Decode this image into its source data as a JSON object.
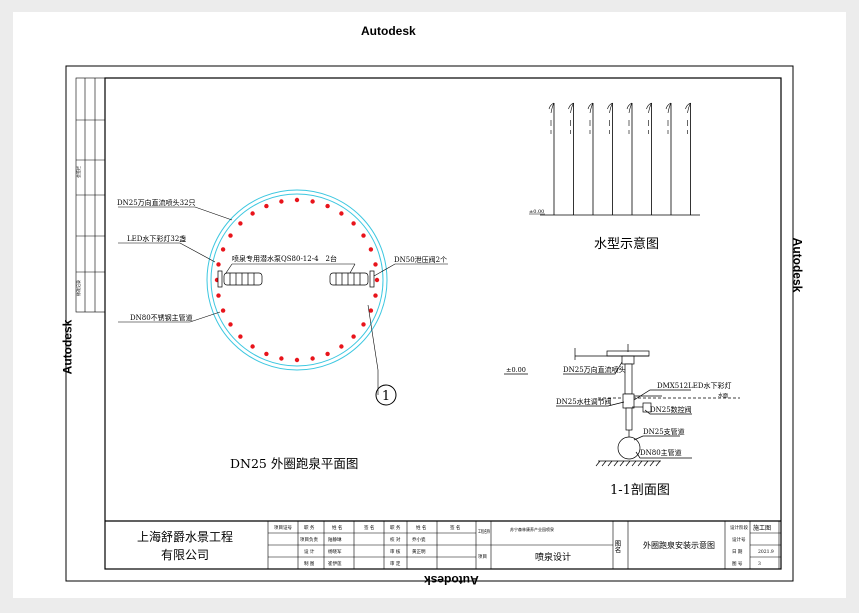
{
  "watermark": "Autodesk",
  "plan": {
    "title": "DN25 外圈跑泉平面图",
    "label_nozzle": "DN25万向直流喷头32只",
    "label_led": "LED水下彩灯32盏",
    "label_pump": "喷泉专用潜水泵QS80-12-4　2台",
    "label_valve": "DN50泄压阀2个",
    "label_pipe": "DN80不锈钢主管道",
    "section_marker": "1"
  },
  "water_pattern": {
    "title": "水型示意图",
    "elevation": "±0.00"
  },
  "section": {
    "title": "1-1剖面图",
    "elevation": "±0.00",
    "label_nozzle": "DN25万向直流喷头",
    "label_led": "DMX512LED水下彩灯",
    "label_water": "水面",
    "label_adjust_valve": "DN25水柱调节阀",
    "label_control_valve": "DN25数控阀",
    "label_branch": "DN25支管道",
    "label_main": "DN80主管道"
  },
  "titleblock": {
    "company_line1": "上海舒爵水景工程",
    "company_line2": "有限公司",
    "cells": {
      "c1": "项目证号",
      "c2": "职 务",
      "c3": "姓 名",
      "c4": "签 名",
      "c5": "职 务",
      "c6": "姓 名",
      "c7": "签 名",
      "r2a": "项目负责",
      "r2b": "陆静琳",
      "r2c": "校 对",
      "r2d": "乔小瓷",
      "r3a": "设 计",
      "r3b": "杨晓军",
      "r3c": "审 核",
      "r3d": "黄正明",
      "r4a": "制 图",
      "r4b": "崔伊莲",
      "r4c": "审 定"
    },
    "project_label": "工程名称",
    "project_value": "苏宁森林康养产业园喷泉",
    "item_label": "项目",
    "item_value": "喷泉设计",
    "drawing_label": "图名",
    "drawing_value": "外圈跑泉安装示意图",
    "stage_label": "设计阶段",
    "stage_value": "施工图",
    "no_label": "设计号",
    "date_label": "日 期",
    "date_value": "2021.9",
    "sheet_label": "图 号",
    "sheet_value": "3"
  },
  "left_strip": {
    "label_a": "会签栏",
    "label_b": "修改记录"
  }
}
